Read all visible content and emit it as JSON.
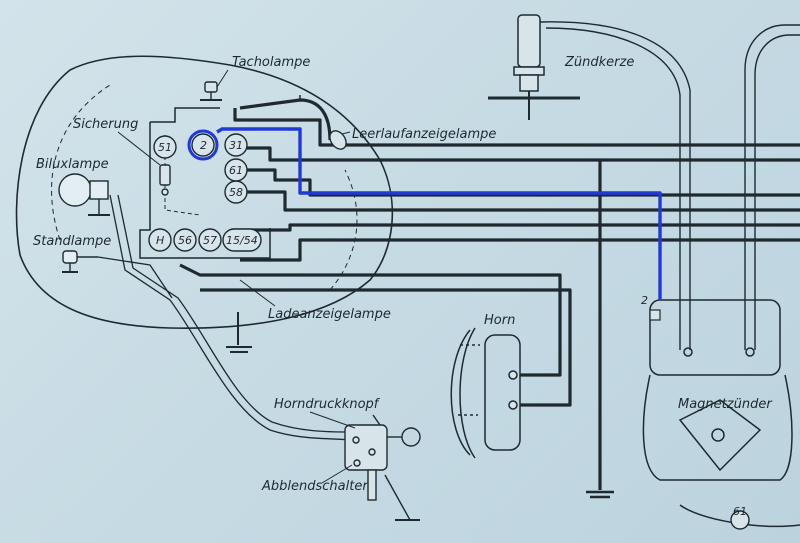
{
  "labels": {
    "tacholampe": "Tacholampe",
    "zuendkerze": "Zündkerze",
    "sicherung": "Sicherung",
    "leerlauf": "Leerlaufanzeigelampe",
    "biluxlampe": "Biluxlampe",
    "standlampe": "Standlampe",
    "ladeanzeige": "Ladeanzeigelampe",
    "horn": "Horn",
    "magnetzuender": "Magnetzünder",
    "horndruckknopf": "Horndruckknopf",
    "abblendschalter": "Abblendschalter"
  },
  "terminals": {
    "t51": "51",
    "t2": "2",
    "t31": "31",
    "t61": "61",
    "t58": "58",
    "tH": "H",
    "t56": "56",
    "t57": "57",
    "t1554": "15/54",
    "magneto_2": "2",
    "bottom_61": "61"
  },
  "colors": {
    "background": "#c9dce4",
    "ink": "#1e2a30",
    "highlight": "#1f3ad6"
  }
}
